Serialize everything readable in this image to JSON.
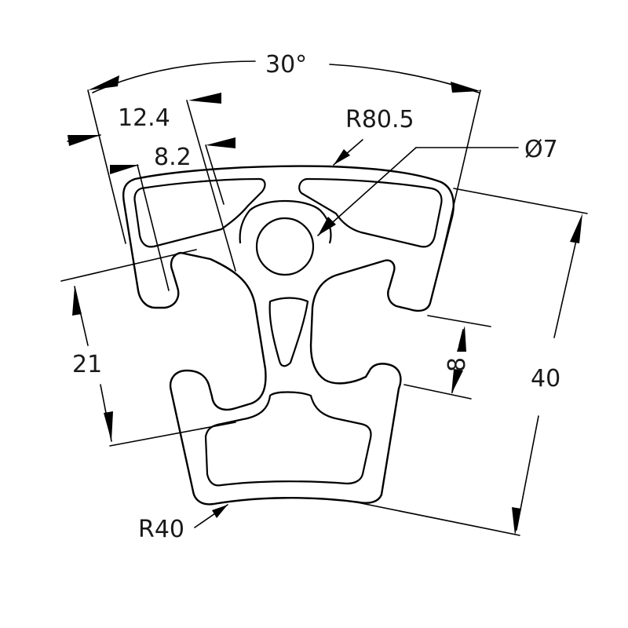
{
  "labels": {
    "angle": "30°",
    "width_top": "12.4",
    "slot_width": "8.2",
    "outer_radius": "R80.5",
    "hole_diameter": "Ø7",
    "height_total": "40",
    "slot_offset": "21",
    "slot_depth": "8",
    "inner_radius": "R40"
  },
  "colors": {
    "line": "#000000",
    "text": "#1a1a1a",
    "background": "#ffffff"
  }
}
